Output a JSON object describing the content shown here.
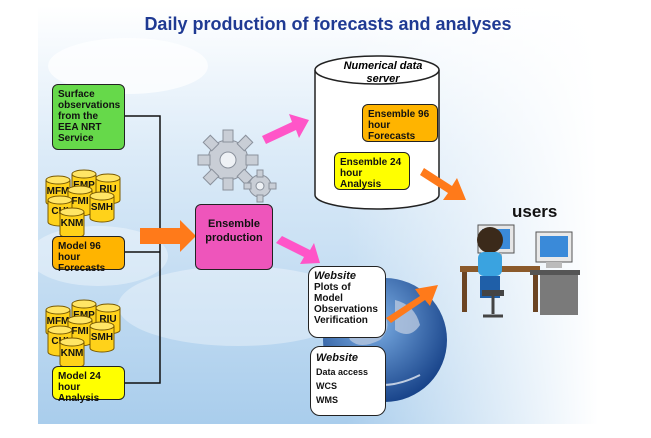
{
  "title": "Daily production of forecasts and analyses",
  "sources": {
    "surface_obs": "Surface observations from the EEA NRT Service",
    "model_96": "Model 96 hour Forecasts",
    "model_24": "Model 24 hour Analysis",
    "models": [
      "MFM",
      "EMP",
      "RIU",
      "FMI",
      "CHI",
      "SMH",
      "KNM"
    ]
  },
  "ensemble": "Ensemble production",
  "server": {
    "title": "Numerical data server",
    "forecast": "Ensemble 96 hour Forecasts",
    "analysis": "Ensemble 24 hour Analysis"
  },
  "website1": {
    "title": "Website",
    "lines": [
      "Plots of",
      "Model",
      "Observations",
      "Verification"
    ]
  },
  "website2": {
    "title": "Website",
    "items": [
      "Data access",
      "WCS",
      "WMS"
    ]
  },
  "users": "users",
  "colors": {
    "title": "#1f3a93",
    "green": "#66d94a",
    "orange": "#ffb400",
    "yellow": "#ffff00",
    "pink": "#ee55bb",
    "arrow_orange": "#ff7a1a",
    "arrow_pink": "#ff55c8"
  },
  "icons": [
    "gears-icon",
    "globe-icon",
    "user-at-computer-icon",
    "database-cylinder-icon"
  ]
}
